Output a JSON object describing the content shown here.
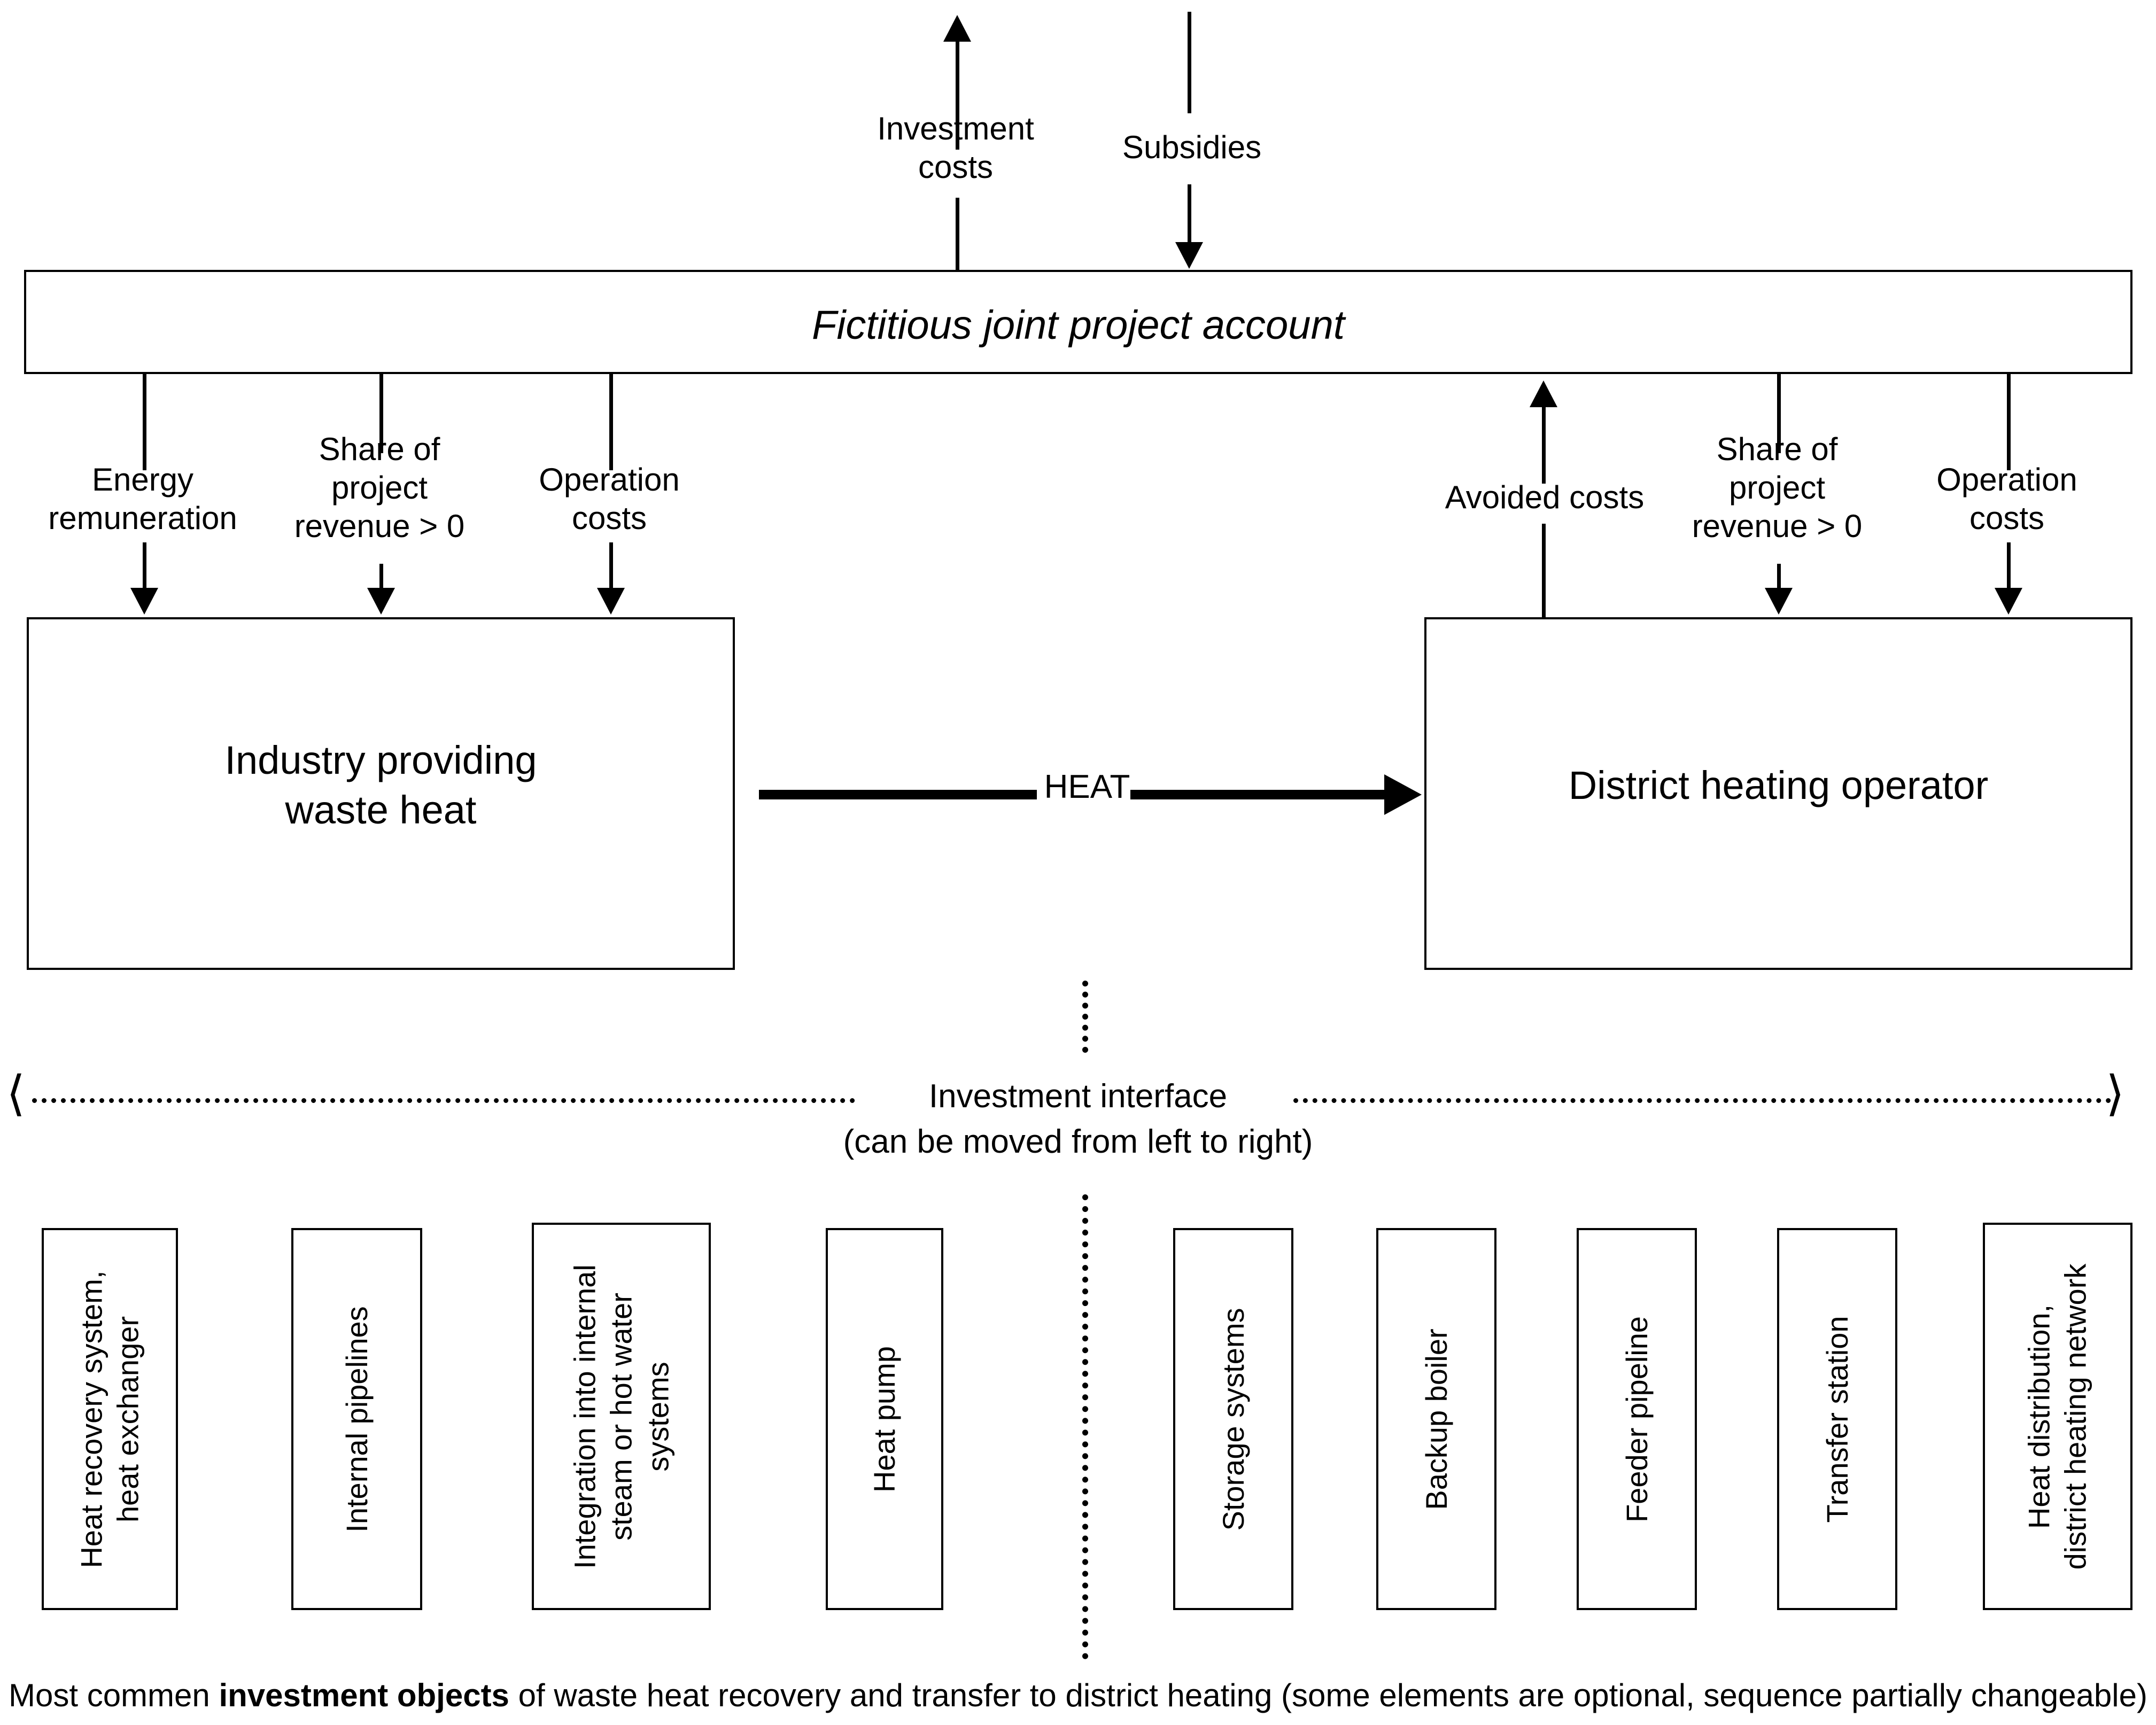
{
  "diagram": {
    "title_box": {
      "label": "Fictitious joint project account"
    },
    "top_flows": [
      {
        "name": "investment-costs",
        "label": "Investment\ncosts",
        "direction": "up"
      },
      {
        "name": "subsidies",
        "label": "Subsidies",
        "direction": "down"
      }
    ],
    "left_entity": {
      "label": "Industry providing\nwaste heat"
    },
    "right_entity": {
      "label": "District heating operator"
    },
    "transfer_arrow": {
      "label": "HEAT",
      "direction": "right"
    },
    "left_flows": [
      {
        "name": "energy-remuneration",
        "label": "Energy\nremuneration",
        "direction": "down"
      },
      {
        "name": "share-of-project-revenue",
        "label": "Share of\nproject\nrevenue > 0",
        "direction": "down"
      },
      {
        "name": "operation-costs",
        "label": "Operation\ncosts",
        "direction": "down"
      }
    ],
    "right_flows": [
      {
        "name": "avoided-costs",
        "label": "Avoided costs",
        "direction": "up"
      },
      {
        "name": "share-of-project-revenue",
        "label": "Share of\nproject\nrevenue > 0",
        "direction": "down"
      },
      {
        "name": "operation-costs",
        "label": "Operation\ncosts",
        "direction": "down"
      }
    ],
    "interface": {
      "line1": "Investment interface",
      "line2": "(can be moved from left to right)"
    },
    "investment_objects": [
      {
        "label": "Heat recovery system,\nheat exchanger",
        "side": "left"
      },
      {
        "label": "Internal pipelines",
        "side": "left"
      },
      {
        "label": "Integration into internal\nsteam or hot water\nsystems",
        "side": "left"
      },
      {
        "label": "Heat pump",
        "side": "left"
      },
      {
        "label": "Storage systems",
        "side": "right"
      },
      {
        "label": "Backup boiler",
        "side": "right"
      },
      {
        "label": "Feeder pipeline",
        "side": "right"
      },
      {
        "label": "Transfer station",
        "side": "right"
      },
      {
        "label": "Heat distribution,\ndistrict heating network",
        "side": "right"
      }
    ],
    "caption": {
      "prefix": "Most commen ",
      "bold": "investment objects",
      "suffix": " of waste heat recovery and transfer to district heating (some elements are optional, sequence partially changeable)"
    },
    "colors": {
      "ink": "#000000",
      "paper": "#ffffff"
    }
  }
}
